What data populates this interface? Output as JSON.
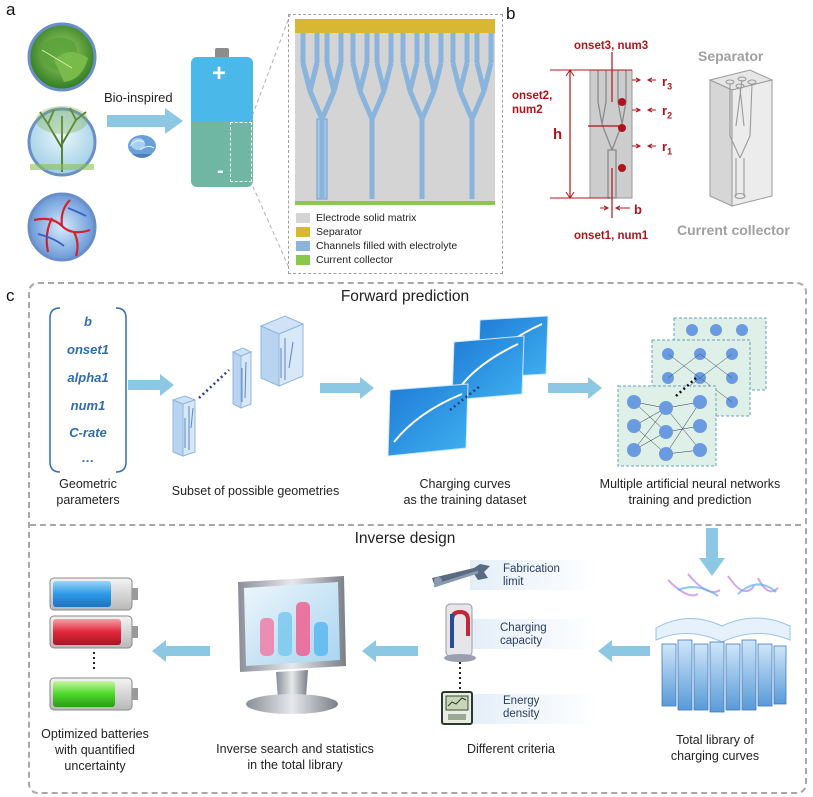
{
  "panels": {
    "a": "a",
    "b": "b",
    "c": "c"
  },
  "panel_a": {
    "bio_label": "Bio-inspired",
    "plus": "+",
    "minus": "-",
    "legend": [
      {
        "label": "Electrode solid matrix",
        "color": "#d4d4d4"
      },
      {
        "label": "Separator",
        "color": "#d8b832"
      },
      {
        "label": "Channels filled with electrolyte",
        "color": "#8ab4dc"
      },
      {
        "label": "Current collector",
        "color": "#88c84a"
      }
    ]
  },
  "panel_b": {
    "onset3": "onset3, num3",
    "onset2_line1": "onset2,",
    "onset2_line2": "num2",
    "onset1": "onset1, num1",
    "h": "h",
    "b": "b",
    "r3": "r",
    "r3_sub": "3",
    "r2": "r",
    "r2_sub": "2",
    "r1": "r",
    "r1_sub": "1",
    "separator": "Separator",
    "current_collector": "Current collector"
  },
  "panel_c": {
    "forward_title": "Forward prediction",
    "inverse_title": "Inverse design",
    "params": [
      "b",
      "onset1",
      "alpha1",
      "num1",
      "C-rate",
      "…"
    ],
    "geom_caption_1": "Geometric",
    "geom_caption_2": "parameters",
    "subset_caption": "Subset of possible geometries",
    "curves_caption_1": "Charging curves",
    "curves_caption_2": "as the training dataset",
    "ann_caption_1": "Multiple artificial neural networks",
    "ann_caption_2": "training and prediction",
    "library_caption_1": "Total library of",
    "library_caption_2": "charging curves",
    "criteria_caption": "Different criteria",
    "criteria": [
      {
        "line1": "Fabrication",
        "line2": "limit"
      },
      {
        "line1": "Charging",
        "line2": "capacity"
      },
      {
        "line1": "Energy",
        "line2": "density"
      }
    ],
    "search_caption_1": "Inverse search and statistics",
    "search_caption_2": "in the total library",
    "optimized_caption_1": "Optimized batteries",
    "optimized_caption_2": "with quantified",
    "optimized_caption_3": "uncertainty"
  },
  "colors": {
    "arrow": "#8cc8e4",
    "battery_top": "#4ab8e8",
    "battery_bottom": "#6fb7a2",
    "separator": "#d8b832",
    "channel": "#8ab4dc",
    "collector": "#88c84a",
    "label_red": "#b0141a",
    "param_blue": "#2f6db0",
    "dash": "#9a9a9a"
  }
}
